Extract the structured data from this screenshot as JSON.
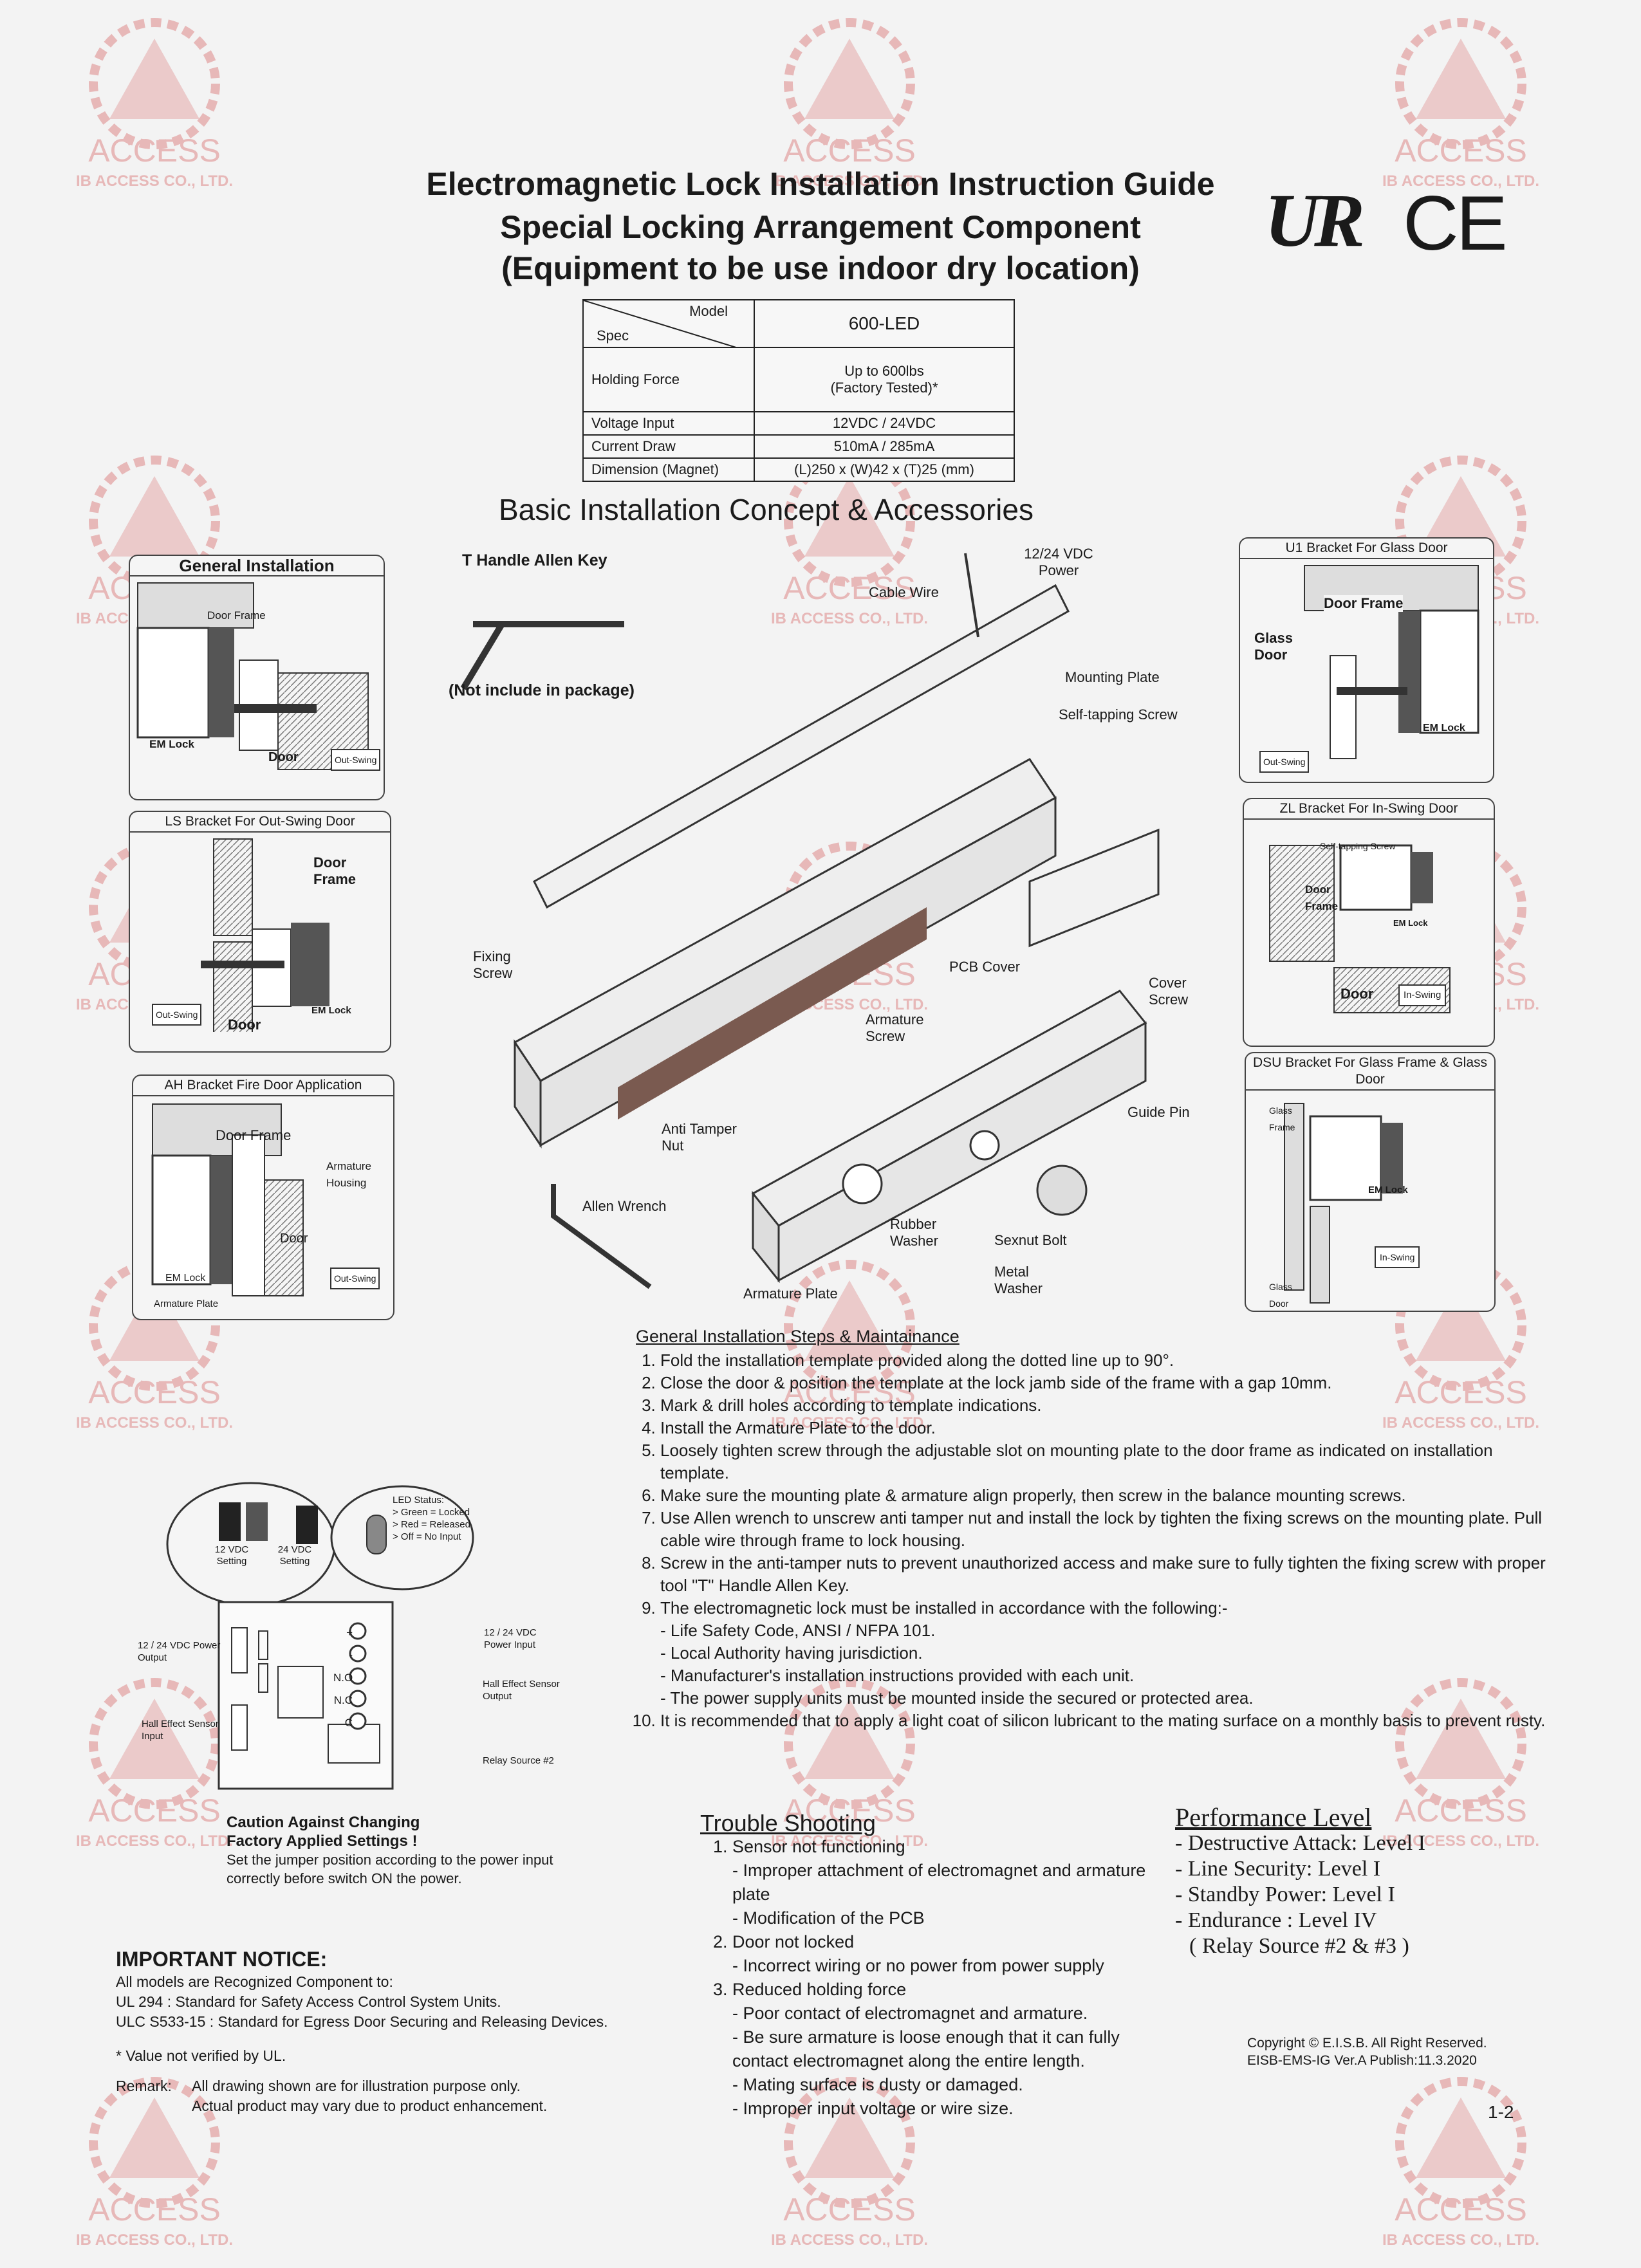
{
  "watermark": {
    "line1": "ACCESS",
    "line2": "IB ACCESS CO., LTD.",
    "color": "#e7b8b8"
  },
  "header": {
    "title1": "Electromagnetic Lock Installation Instruction Guide",
    "title2": "Special Locking Arrangement Component",
    "title3": "(Equipment to be use indoor dry location)",
    "cert_ul": "UR",
    "cert_ce": "CE"
  },
  "spec_table": {
    "model_label": "Model",
    "spec_label": "Spec",
    "model": "600-LED",
    "rows": [
      {
        "label": "Holding Force",
        "value": "Up to 600lbs",
        "value2": "(Factory Tested)*"
      },
      {
        "label": "Voltage Input",
        "value": "12VDC / 24VDC"
      },
      {
        "label": "Current Draw",
        "value": "510mA / 285mA"
      },
      {
        "label": "Dimension (Magnet)",
        "value": "(L)250 x (W)42 x (T)25 (mm)"
      }
    ]
  },
  "section_title": "Basic Installation Concept & Accessories",
  "panels": {
    "general": {
      "title": "General Installation",
      "door_frame": "Door Frame",
      "em_lock": "EM Lock",
      "door": "Door",
      "out_swing": "Out-Swing"
    },
    "ls": {
      "title": "LS Bracket For Out-Swing Door",
      "door_frame": "Door Frame",
      "door": "Door",
      "em_lock": "EM Lock",
      "out_swing": "Out-Swing"
    },
    "ah": {
      "title": "AH Bracket Fire Door Application",
      "door_frame": "Door Frame",
      "armature_housing": "Armature Housing",
      "door": "Door",
      "em_lock": "EM Lock",
      "out_swing": "Out-Swing",
      "armature_plate": "Armature Plate"
    },
    "u1": {
      "title": "U1 Bracket For Glass Door",
      "door_frame": "Door Frame",
      "glass_door": "Glass Door",
      "em_lock": "EM Lock",
      "out_swing": "Out-Swing"
    },
    "zl": {
      "title": "ZL Bracket For In-Swing Door",
      "screw": "Self-tapping Screw",
      "door_frame": "Door Frame",
      "em_lock": "EM Lock",
      "door": "Door",
      "in_swing": "In-Swing"
    },
    "dsu": {
      "title": "DSU Bracket For Glass Frame & Glass Door",
      "glass_frame": "Glass Frame",
      "em_lock": "EM Lock",
      "in_swing": "In-Swing",
      "glass_door": "Glass Door"
    }
  },
  "diagram_labels": {
    "t_handle": "T Handle Allen Key",
    "not_include": "(Not include in package)",
    "power": "12/24 VDC Power",
    "cable_wire": "Cable Wire",
    "mounting_plate": "Mounting Plate",
    "self_tapping": "Self-tapping Screw",
    "fixing_screw": "Fixing Screw",
    "pcb_cover": "PCB Cover",
    "cover_screw": "Cover Screw",
    "armature_screw": "Armature Screw",
    "guide_pin": "Guide Pin",
    "anti_tamper": "Anti Tamper Nut",
    "allen_wrench": "Allen Wrench",
    "rubber_washer": "Rubber Washer",
    "sexnut_bolt": "Sexnut Bolt",
    "metal_washer": "Metal Washer",
    "armature_plate": "Armature Plate"
  },
  "steps": {
    "title": "General Installation Steps & Maintainance",
    "items": [
      "Fold the installation template provided along the dotted line up to 90°.",
      "Close the door & position the template at the lock jamb side of the frame with a gap 10mm.",
      "Mark & drill holes according to template indications.",
      "Install the Armature Plate to the door.",
      "Loosely tighten screw through the adjustable slot on mounting plate to the door frame as indicated on installation template.",
      "Make sure the mounting plate & armature align properly, then screw in the balance mounting screws.",
      "Use Allen wrench to unscrew anti tamper nut and install the lock by tighten the fixing screws on the mounting plate. Pull cable wire through frame to lock housing.",
      "Screw in the anti-tamper nuts to prevent unauthorized access and make sure to fully tighten the fixing screw with proper tool \"T\" Handle Allen Key.",
      "The electromagnetic lock must be installed in accordance with the following:-",
      "It is recommended that to apply a light coat of silicon lubricant to the mating surface on a monthly basis to prevent rusty."
    ],
    "sub9": [
      "Life Safety Code, ANSI / NFPA 101.",
      "Local Authority having jurisdiction.",
      "Manufacturer's installation instructions provided with each unit.",
      "The power supply units must be mounted inside the secured or protected area."
    ]
  },
  "wiring": {
    "v12": "12 VDC Setting",
    "v24": "24 VDC Setting",
    "led_title": "LED Status:",
    "led_green": "> Green = Locked",
    "led_red": "> Red = Released",
    "led_off": "> Off = No Input",
    "power_output": "12 / 24 VDC Power Output",
    "power_input": "12 / 24 VDC Power Input",
    "hall_output": "Hall Effect Sensor Output",
    "hall_input": "Hall Effect Sensor Input",
    "relay": "Relay Source #2",
    "t_plus": "+",
    "t_minus": "-",
    "t_no": "N.O",
    "t_nc": "N.C",
    "t_c": "C"
  },
  "caution": {
    "title1": "Caution Against Changing",
    "title2": "Factory Applied Settings !",
    "text": "Set the jumper position according to the power input correctly before switch ON the power."
  },
  "trouble": {
    "title": "Trouble Shooting",
    "items": [
      {
        "label": "Sensor not functioning",
        "subs": [
          "Improper attachment of electromagnet and armature plate",
          "Modification of the PCB"
        ]
      },
      {
        "label": "Door not locked",
        "subs": [
          "Incorrect wiring or no power from power supply"
        ]
      },
      {
        "label": "Reduced holding force",
        "subs": [
          "Poor contact of electromagnet and armature.",
          "Be sure armature is loose enough that it can fully contact electromagnet along the entire length.",
          "Mating surface is dusty or damaged.",
          "Improper input voltage or wire size."
        ]
      }
    ]
  },
  "performance": {
    "title": "Performance Level",
    "items": [
      "- Destructive Attack: Level I",
      "- Line Security: Level I",
      "- Standby Power: Level I",
      "- Endurance : Level IV",
      "( Relay Source #2 & #3 )"
    ]
  },
  "notice": {
    "title": "IMPORTANT NOTICE:",
    "line1": "All models are Recognized Component to:",
    "line2": "UL 294 : Standard for Safety Access Control System Units.",
    "line3": "ULC S533-15 : Standard for Egress Door Securing and Releasing Devices.",
    "value_note": "* Value not verified by UL.",
    "remark_label": "Remark:",
    "remark1": "All drawing shown are for illustration purpose only.",
    "remark2": "Actual product may vary due to product enhancement."
  },
  "footer": {
    "copyright": "Copyright © E.I.S.B. All Right Reserved.",
    "doc": "EISB-EMS-IG Ver.A  Publish:11.3.2020",
    "page": "1-2"
  }
}
